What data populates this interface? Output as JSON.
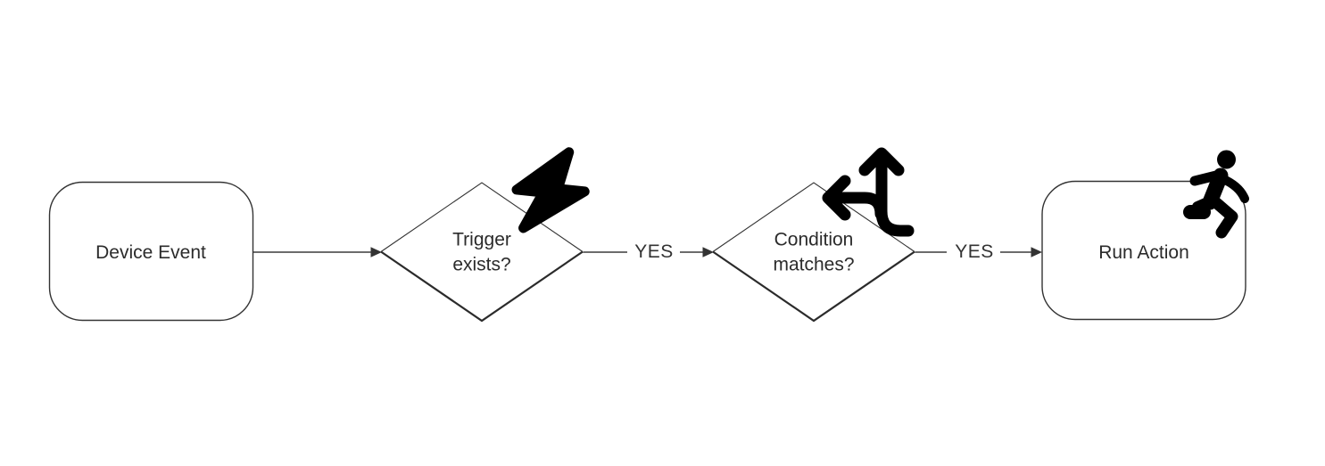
{
  "diagram": {
    "type": "flowchart",
    "direction": "left-to-right",
    "background": "#ffffff",
    "colors": {
      "node_fill": "#ffffff",
      "node_border": "#333333",
      "edge_stroke": "#3b3b3b",
      "text": "#2b2b2b",
      "icon": "#000000"
    },
    "nodes": [
      {
        "id": "device-event",
        "shape": "rounded-rectangle",
        "label": "Device Event",
        "icon": null
      },
      {
        "id": "trigger-exists",
        "shape": "diamond",
        "label": "Trigger exists?",
        "icon": "lightning-bolt-icon"
      },
      {
        "id": "condition-matches",
        "shape": "diamond",
        "label": "Condition matches?",
        "icon": "arrows-split-up-and-left-icon"
      },
      {
        "id": "run-action",
        "shape": "rounded-rectangle",
        "label": "Run Action",
        "icon": "person-running-icon"
      }
    ],
    "edges": [
      {
        "from": "device-event",
        "to": "trigger-exists",
        "label": ""
      },
      {
        "from": "trigger-exists",
        "to": "condition-matches",
        "label": "YES"
      },
      {
        "from": "condition-matches",
        "to": "run-action",
        "label": "YES"
      }
    ]
  }
}
